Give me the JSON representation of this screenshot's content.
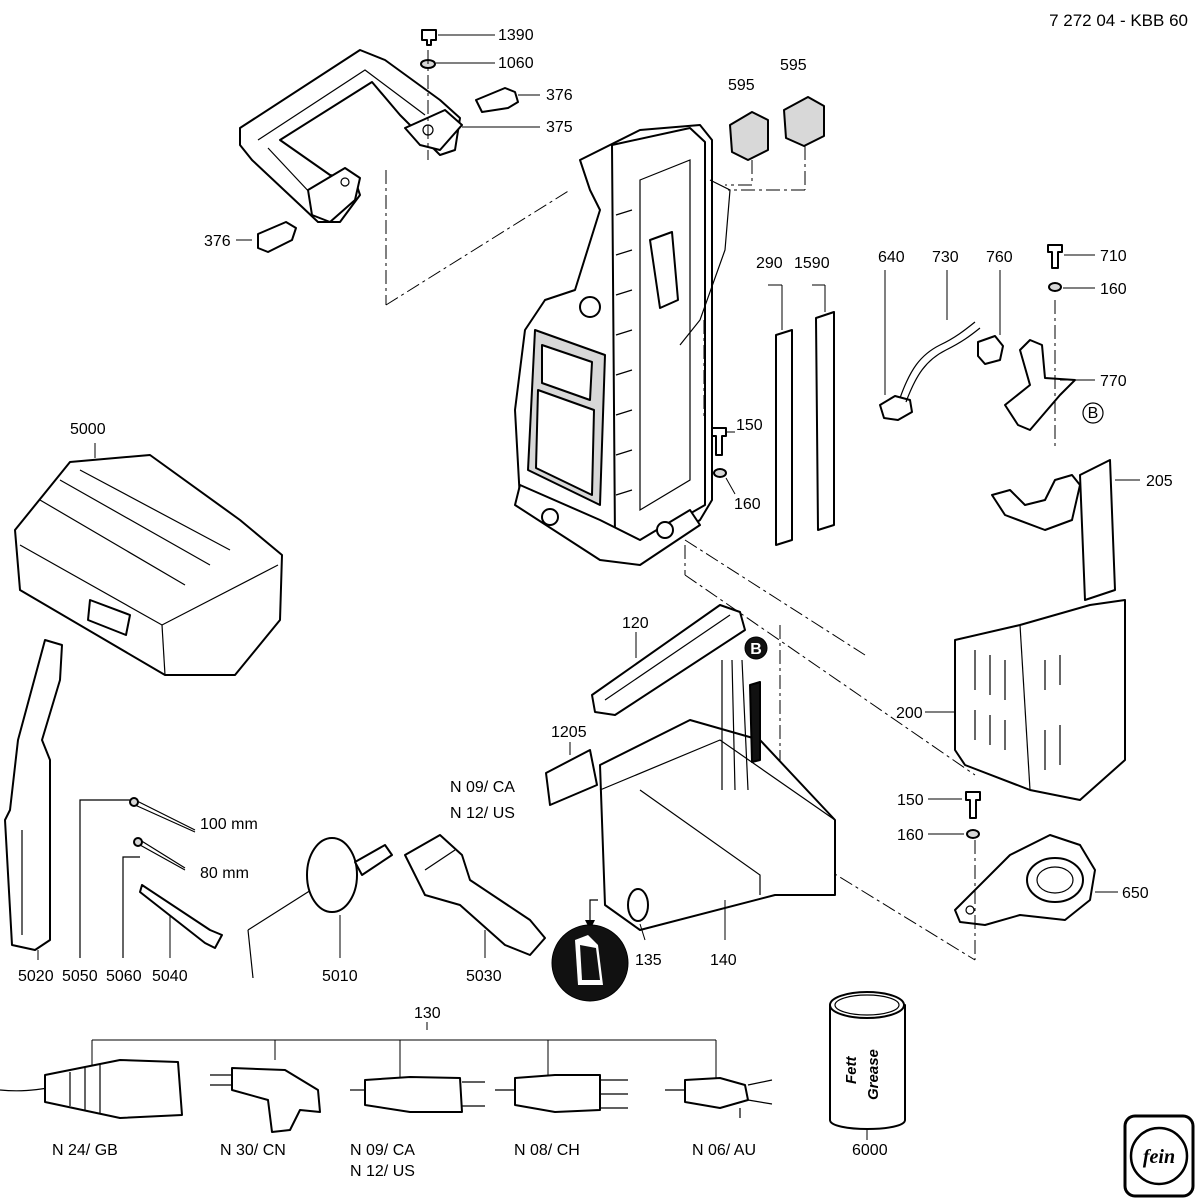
{
  "document_id": "7 272 04 - KBB 60",
  "part_numbers": {
    "p1390": "1390",
    "p1060": "1060",
    "p376a": "376",
    "p375": "375",
    "p376b": "376",
    "p595a": "595",
    "p595b": "595",
    "p290": "290",
    "p1590": "1590",
    "p640": "640",
    "p730": "730",
    "p760": "760",
    "p710": "710",
    "p160a": "160",
    "p770": "770",
    "p150a": "150",
    "p160b": "160",
    "p205": "205",
    "p5000": "5000",
    "p120": "120",
    "p1205": "1205",
    "p200": "200",
    "p150b": "150",
    "p160c": "160",
    "p650": "650",
    "p5020": "5020",
    "p5050": "5050",
    "p5060": "5060",
    "p5040": "5040",
    "p5010": "5010",
    "p5030": "5030",
    "p135": "135",
    "p140": "140",
    "p130": "130",
    "p6000": "6000"
  },
  "reference_markers": {
    "b_outline": "B",
    "b_filled": "B"
  },
  "annotations": {
    "len_100": "100 mm",
    "len_80": "80 mm",
    "label_1205_a": "N 09/ CA",
    "label_1205_b": "N 12/ US"
  },
  "plug_variants": [
    {
      "code": "N 24/ GB"
    },
    {
      "code": "N 30/ CN"
    },
    {
      "code": "N 09/ CA",
      "code2": "N 12/ US"
    },
    {
      "code": "N 08/ CH"
    },
    {
      "code": "N 06/ AU"
    }
  ],
  "grease_can": {
    "line1": "Fett",
    "line2": "Grease"
  },
  "logo": {
    "text": "fein"
  },
  "icons": {
    "logo": "fein-logo-icon",
    "grease": "grease-can-icon",
    "circle_symbol": "assembly-hint-icon"
  }
}
